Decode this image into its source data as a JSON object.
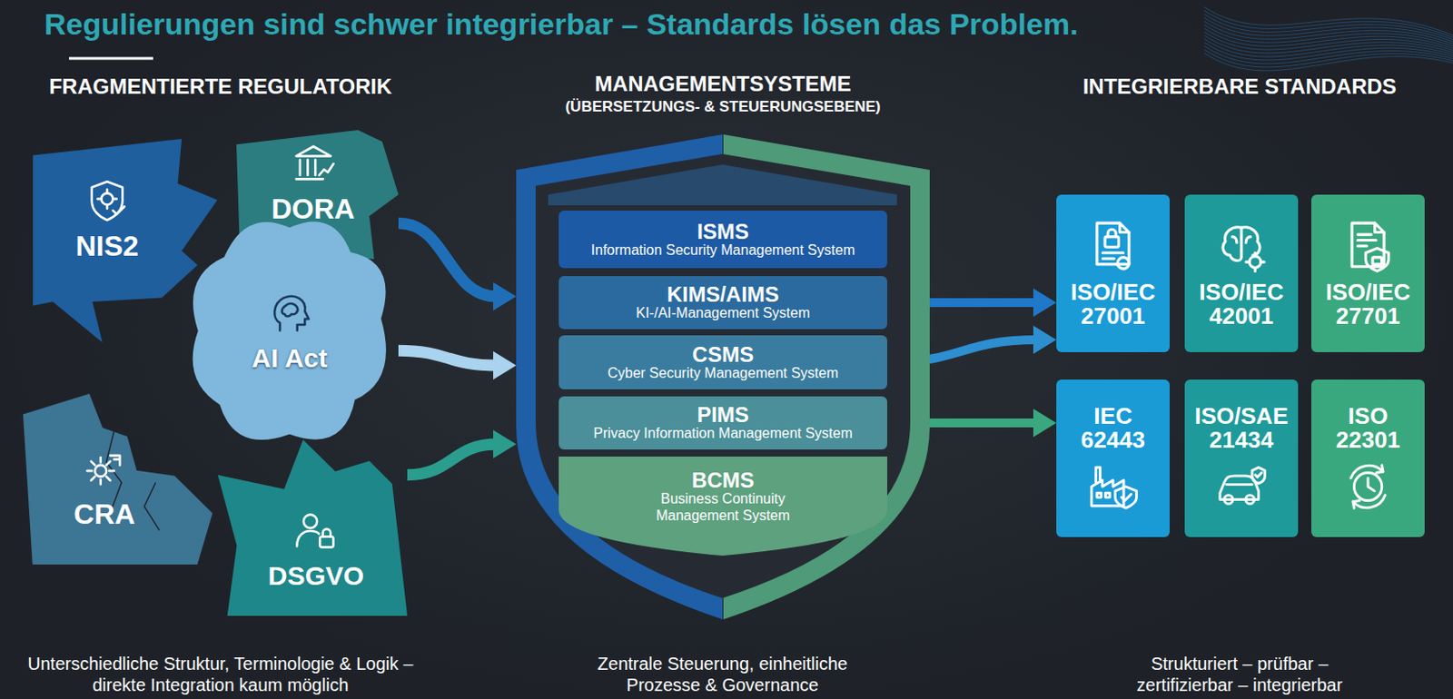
{
  "diagram": {
    "title": "Regulierungen sind schwer integrierbar – Standards lösen das Problem.",
    "nodes": [
      {
        "text": [
          "NIS2"
        ]
      },
      {
        "text": [
          "DORA"
        ]
      },
      {
        "text": [
          "AI Act"
        ]
      },
      {
        "text": [
          "CRA"
        ]
      },
      {
        "text": [
          "DSGVO"
        ]
      },
      {
        "text": [
          "MANAGEMENTSYSTEME",
          "(ÜBERSETZUNGS- & STEUERUNGSEBENE)"
        ]
      },
      {
        "text": [
          "ISMS",
          "Information Security Management System"
        ],
        "in": 5
      },
      {
        "text": [
          "KIMS/AIMS",
          "KI-/AI-Management System"
        ],
        "in": 5
      },
      {
        "text": [
          "CSMS",
          "Cyber Security Management System"
        ],
        "in": 5
      },
      {
        "text": [
          "PIMS",
          "Privacy Information Management System"
        ],
        "in": 5
      },
      {
        "text": [
          "BCMS",
          "Business Continuity Management System"
        ],
        "in": 5
      },
      {
        "text": [
          "ISO/IEC 27001"
        ]
      },
      {
        "text": [
          "ISO/IEC 42001"
        ]
      },
      {
        "text": [
          "ISO/IEC 27701"
        ]
      },
      {
        "text": [
          "IEC 62443"
        ]
      },
      {
        "text": [
          "ISO/SAE 21434"
        ]
      },
      {
        "text": [
          "ISO 22301"
        ]
      }
    ],
    "edges": [
      {
        "from": 1,
        "to": 5,
        "arrow": "to"
      },
      {
        "from": 2,
        "to": 5,
        "arrow": "to"
      },
      {
        "from": 4,
        "to": 5,
        "arrow": "to"
      },
      {
        "from": 7,
        "to": 11,
        "arrow": "to"
      },
      {
        "from": 8,
        "to": 11,
        "arrow": "to"
      },
      {
        "from": 9,
        "to": 14,
        "arrow": "to"
      }
    ],
    "labels": [
      "FRAGMENTIERTE REGULATORIK",
      "INTEGRIERBARE STANDARDS",
      "Unterschiedliche Struktur, Terminologie & Logik – direkte Integration kaum möglich",
      "Zentrale Steuerung, einheitliche Prozesse & Governance",
      "Strukturiert – prüfbar – zertifizierbar – integrierbar"
    ]
  }
}
